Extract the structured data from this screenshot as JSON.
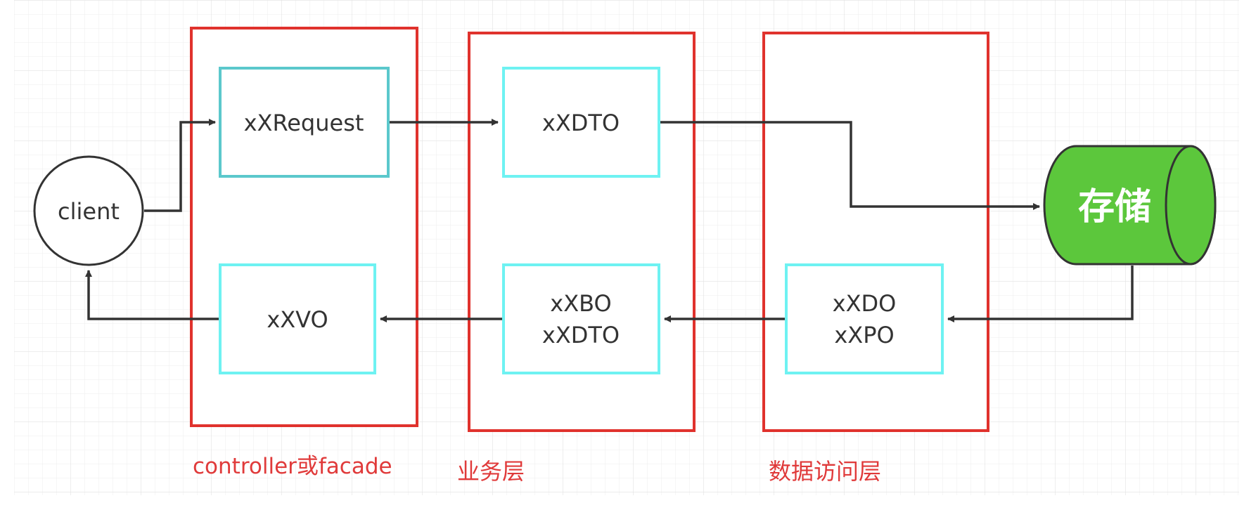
{
  "diagram": {
    "colors": {
      "layer_border": "#e0322d",
      "layer_label": "#e03a3a",
      "node_border_primary": "#5bc8cc",
      "node_border": "#6ef2f2",
      "edge": "#333333",
      "storage_fill": "#5cc73c",
      "storage_text": "#ffffff",
      "grid": "#e6e6e6"
    },
    "client": {
      "label": "client"
    },
    "storage": {
      "label": "存储"
    },
    "layers": [
      {
        "id": "controller",
        "label": "controller或facade"
      },
      {
        "id": "service",
        "label": "业务层"
      },
      {
        "id": "dao",
        "label": "数据访问层"
      }
    ],
    "nodes": {
      "request": {
        "lines": [
          "xXRequest"
        ]
      },
      "dto_in": {
        "lines": [
          "xXDTO"
        ]
      },
      "vo": {
        "lines": [
          "xXVO"
        ]
      },
      "bo_dto": {
        "lines": [
          "xXBO",
          "xXDTO"
        ]
      },
      "do_po": {
        "lines": [
          "xXDO",
          "xXPO"
        ]
      }
    },
    "edges": [
      {
        "from": "client",
        "to": "xXRequest"
      },
      {
        "from": "xXRequest",
        "to": "xXDTO"
      },
      {
        "from": "xXDTO",
        "to": "存储"
      },
      {
        "from": "存储",
        "to": "xXDO/xXPO"
      },
      {
        "from": "xXDO/xXPO",
        "to": "xXBO/xXDTO"
      },
      {
        "from": "xXBO/xXDTO",
        "to": "xXVO"
      },
      {
        "from": "xXVO",
        "to": "client"
      }
    ]
  }
}
